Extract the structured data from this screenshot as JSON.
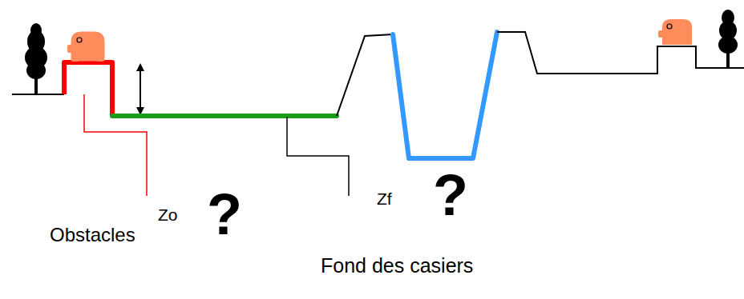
{
  "diagram": {
    "labels": [
      "Zo",
      "Obstacles",
      "?",
      "Zf",
      "?",
      "Fond des casiers"
    ]
  }
}
